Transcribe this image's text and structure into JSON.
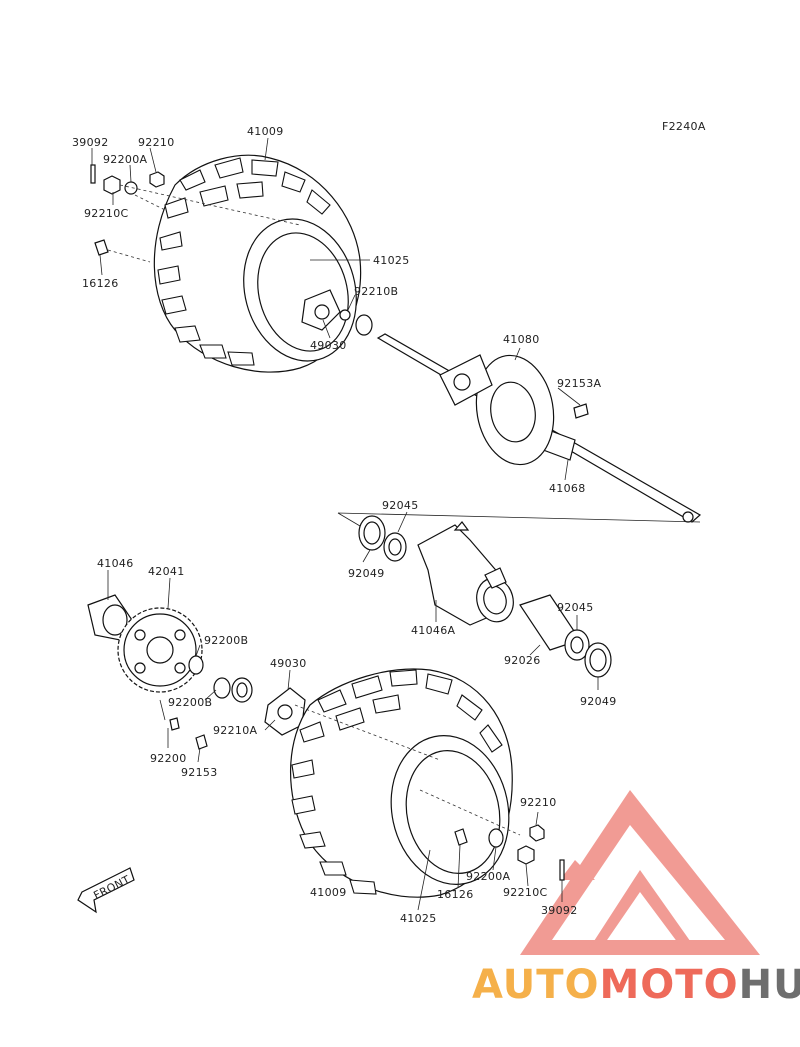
{
  "figure_code": "F2240A",
  "front_label": "FRONT",
  "watermark": {
    "part1": "AUTO",
    "part2": "MOTO",
    "part3": "HUB",
    "color1": "#f5b04a",
    "color2": "#ee6a5a",
    "color3": "#6e6e6e",
    "logo_color": "#ef8a82"
  },
  "labels": {
    "p39092_top": "39092",
    "p92210_top": "92210",
    "p41009_top": "41009",
    "p92200A_top": "92200A",
    "p92210C_top": "92210C",
    "p16126_top": "16126",
    "p41025_top": "41025",
    "p92210B": "92210B",
    "p49030_top": "49030",
    "p41080": "41080",
    "p92153A": "92153A",
    "p41068": "41068",
    "p92045_a": "92045",
    "p92049_a": "92049",
    "p41046A": "41046A",
    "p92045_b": "92045",
    "p92026": "92026",
    "p92049_b": "92049",
    "p41046": "41046",
    "p42041": "42041",
    "p92200B_a": "92200B",
    "p92200B_b": "92200B",
    "p92200": "92200",
    "p92153": "92153",
    "p49030_bot": "49030",
    "p92210A": "92210A",
    "p92210_bot": "92210",
    "p41009_bot": "41009",
    "p16126_bot": "16126",
    "p92200A_bot": "92200A",
    "p92210C_bot": "92210C",
    "p41025_bot": "41025",
    "p39092_bot": "39092"
  }
}
